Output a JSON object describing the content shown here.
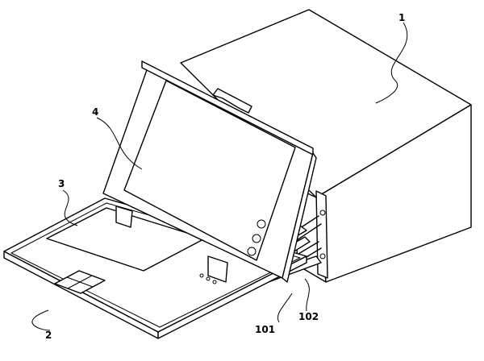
{
  "labels": {
    "housing": "1",
    "keyboard_tray": "2",
    "touchpad": "3",
    "monitor": "4",
    "slide_rail_a": "101",
    "slide_rail_b": "102"
  }
}
